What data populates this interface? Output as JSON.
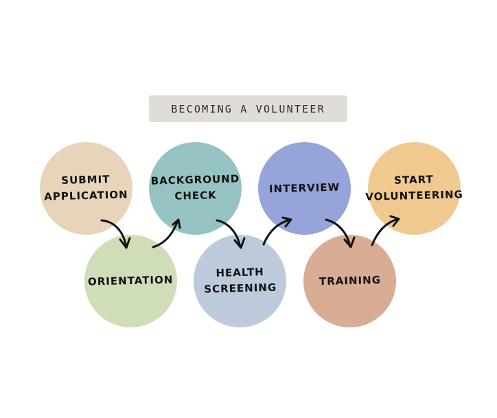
{
  "title": "BECOMING A VOLUNTEER",
  "steps": [
    {
      "label": "SUBMIT\nAPPLICATION",
      "color": "#e7d4bb"
    },
    {
      "label": "ORIENTATION",
      "color": "#cfddb9"
    },
    {
      "label": "BACKGROUND\nCHECK",
      "color": "#95c3c3"
    },
    {
      "label": "HEALTH\nSCREENING",
      "color": "#bccadc"
    },
    {
      "label": "INTERVIEW",
      "color": "#96a4d9"
    },
    {
      "label": "TRAINING",
      "color": "#d8ad94"
    },
    {
      "label": "START\nVOLUNTEERING",
      "color": "#efc990"
    }
  ]
}
